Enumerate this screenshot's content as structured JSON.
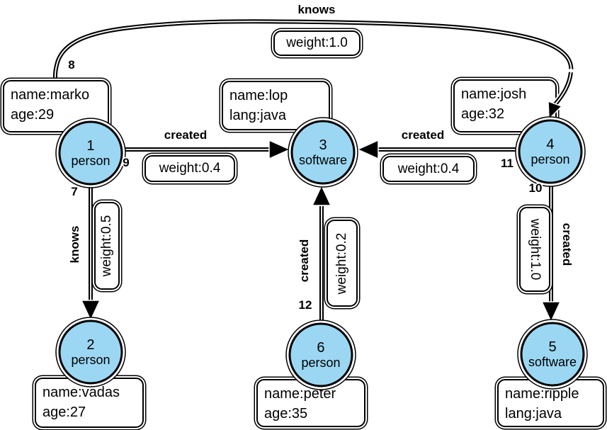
{
  "graph": {
    "nodes": [
      {
        "id": "1",
        "label": "person",
        "prop1": "name:marko",
        "prop2": "age:29"
      },
      {
        "id": "2",
        "label": "person",
        "prop1": "name:vadas",
        "prop2": "age:27"
      },
      {
        "id": "3",
        "label": "software",
        "prop1": "name:lop",
        "prop2": "lang:java"
      },
      {
        "id": "4",
        "label": "person",
        "prop1": "name:josh",
        "prop2": "age:32"
      },
      {
        "id": "5",
        "label": "software",
        "prop1": "name:ripple",
        "prop2": "lang:java"
      },
      {
        "id": "6",
        "label": "person",
        "prop1": "name:peter",
        "prop2": "age:35"
      }
    ],
    "edges": [
      {
        "id": "7",
        "label": "knows",
        "weight": "weight:0.5",
        "from": "1",
        "to": "2"
      },
      {
        "id": "8",
        "label": "knows",
        "weight": "weight:1.0",
        "from": "1",
        "to": "4"
      },
      {
        "id": "9",
        "label": "created",
        "weight": "weight:0.4",
        "from": "1",
        "to": "3"
      },
      {
        "id": "10",
        "label": "created",
        "weight": "weight:1.0",
        "from": "4",
        "to": "5"
      },
      {
        "id": "11",
        "label": "created",
        "weight": "weight:0.4",
        "from": "4",
        "to": "3"
      },
      {
        "id": "12",
        "label": "created",
        "weight": "weight:0.2",
        "from": "6",
        "to": "3"
      }
    ],
    "colors": {
      "node_fill": "#9BD7F3",
      "stroke": "#000000",
      "box_fill": "#FFFFFF",
      "background": "#FFFFFF"
    }
  }
}
